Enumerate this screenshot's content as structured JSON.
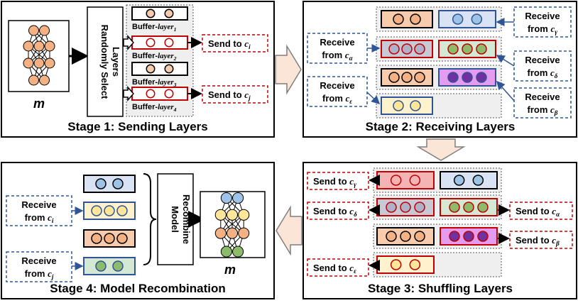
{
  "stage1": {
    "caption": "Stage 1: Sending Layers",
    "model_label": "m",
    "select_box_label_line1": "Randomly Select",
    "select_box_label_line2": "Layers",
    "buffers": [
      {
        "label_prefix": "Buffer-",
        "label_var": "layer",
        "label_sub": "1"
      },
      {
        "label_prefix": "Buffer-",
        "label_var": "layer",
        "label_sub": "2"
      },
      {
        "label_prefix": "Buffer-",
        "label_var": "layer",
        "label_sub": "3"
      },
      {
        "label_prefix": "Buffer-",
        "label_var": "layer",
        "label_sub": "4"
      }
    ],
    "send_labels": [
      {
        "text": "Send to ",
        "var": "c",
        "sub": "i"
      },
      {
        "text": "Send to ",
        "var": "c",
        "sub": "j"
      }
    ]
  },
  "stage2": {
    "caption": "Stage 2: Receiving Layers",
    "receive_labels": [
      {
        "line1": "Receive",
        "line2": "from ",
        "var": "c",
        "sub": "γ"
      },
      {
        "line1": "Receive",
        "line2": "from ",
        "var": "c",
        "sub": "α"
      },
      {
        "line1": "Receive",
        "line2": "from ",
        "var": "c",
        "sub": "δ"
      },
      {
        "line1": "Receive",
        "line2": "from ",
        "var": "c",
        "sub": "ε"
      },
      {
        "line1": "Receive",
        "line2": "from ",
        "var": "c",
        "sub": "β"
      }
    ]
  },
  "stage3": {
    "caption": "Stage 3: Shuffling Layers",
    "send_labels": [
      {
        "text": "Send to ",
        "var": "c",
        "sub": "γ"
      },
      {
        "text": "Send to ",
        "var": "c",
        "sub": "δ"
      },
      {
        "text": "Send to ",
        "var": "c",
        "sub": "α"
      },
      {
        "text": "Send to ",
        "var": "c",
        "sub": "β"
      },
      {
        "text": "Send to ",
        "var": "c",
        "sub": "ε"
      }
    ]
  },
  "stage4": {
    "caption": "Stage 4: Model Recombination",
    "recombine_label_line1": "Model",
    "recombine_label_line2": "Recombine",
    "model_label": "m",
    "receive_labels": [
      {
        "line1": "Receive",
        "line2": "from ",
        "var": "c",
        "sub": "i"
      },
      {
        "line1": "Receive",
        "line2": "from ",
        "var": "c",
        "sub": "j"
      }
    ]
  },
  "colors": {
    "border": "#000000",
    "red_dashed": "#c00000",
    "blue_dashed": "#2f5597",
    "arrow_fill": "#fbe5d6",
    "arrow_stroke": "#7f7f7f",
    "gray_panel": "#efefef",
    "orange_fill": "#f8cbad",
    "red_fill": "#f4b4b4",
    "blue_fill": "#dae3f3",
    "blue_circle": "#9dc3e6",
    "gray_fill": "#c9c9d6",
    "green_fill": "#d5e8d4",
    "green_circle": "#8dbb6b",
    "yellow_fill": "#fff2cc",
    "yellow_circle": "#ffe699",
    "purple_fill": "#e59bef",
    "purple_circle": "#7030a0",
    "orange_circle": "#f4b183"
  }
}
